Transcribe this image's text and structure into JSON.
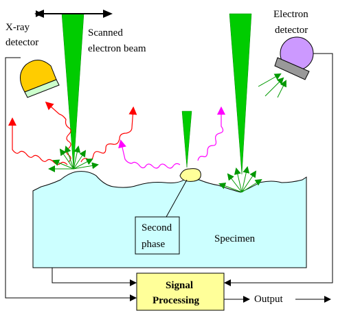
{
  "labels": {
    "xray_line1": "X-ray",
    "xray_line2": "detector",
    "beam_line1": "Scanned",
    "beam_line2": "electron beam",
    "edet_line1": "Electron",
    "edet_line2": "detector",
    "second_line1": "Second",
    "second_line2": "phase",
    "specimen": "Specimen",
    "signal_line1": "Signal",
    "signal_line2": "Processing",
    "output": "Output"
  },
  "colors": {
    "specimen": "#ccffff",
    "beam": "#00cc00",
    "xray_detector_head": "#ffcc00",
    "xray_detector_window": "#ccffcc",
    "electron_detector_head": "#cc99ff",
    "electron_detector_window": "#999999",
    "xray_red": "#ff0000",
    "xray_magenta": "#ff00ff",
    "electron_arrow": "#009900",
    "second_phase": "#ffff99",
    "signal_box": "#ffff99"
  }
}
